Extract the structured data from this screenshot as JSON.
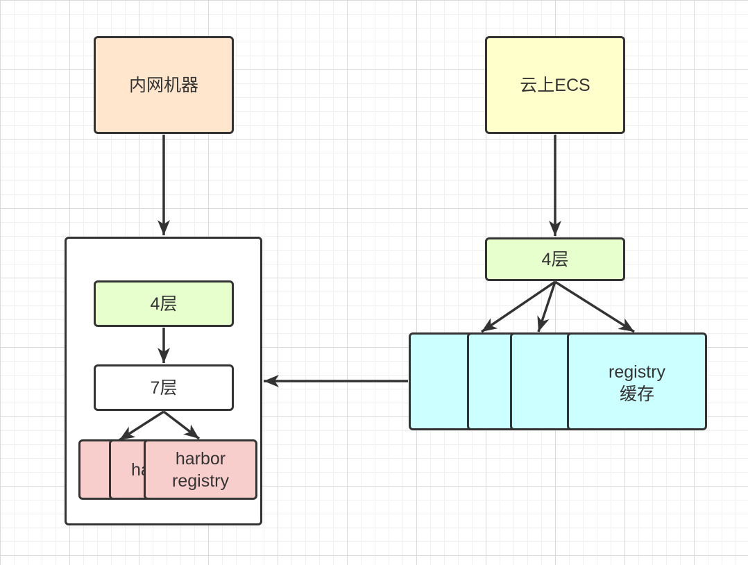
{
  "nodes": {
    "intranet_machine": "内网机器",
    "cloud_ecs": "云上ECS",
    "left_l4": "4层",
    "left_l7": "7层",
    "harbor_back_label": "ha",
    "harbor_front": "harbor\nregistry",
    "right_l4": "4层",
    "registry_cache": "registry\n缓存"
  },
  "colors": {
    "intranet_fill": "#ffe6cc",
    "ecs_fill": "#ffffcc",
    "l4_fill": "#e6ffcc",
    "l7_fill": "#ffffff",
    "harbor_fill": "#f8cecc",
    "cache_fill": "#ccffff",
    "container_fill": "#ffffff",
    "stroke": "#333333"
  }
}
